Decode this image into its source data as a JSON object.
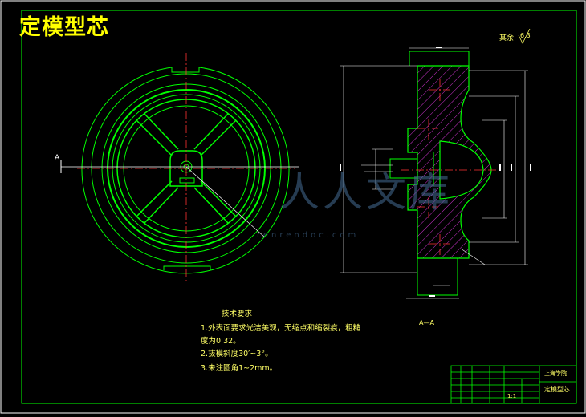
{
  "drawing": {
    "title": "定模型芯",
    "roughness_note": "其余",
    "roughness_value": "6.3",
    "section_label": "A—A",
    "view_mark": "A"
  },
  "tech_requirements": {
    "heading": "技术要求",
    "lines": [
      "1.外表面要求光洁美观，无缩点和缩裂痕，粗糙",
      "度为0.32。",
      "2.拔模斜度30′~3°。",
      "3.未注圆角1~2mm。"
    ]
  },
  "title_block": {
    "company": "上海学院",
    "part_name": "定模型芯",
    "scale": "1:1"
  },
  "watermark": {
    "brand": "人人文库",
    "url": "renrendoc.com"
  },
  "colors": {
    "background": "#000000",
    "outline": "#00ff00",
    "annotation": "#ffff00",
    "centerline": "#ff3333",
    "hatch": "#cc33cc",
    "frame": "#ffffff"
  }
}
